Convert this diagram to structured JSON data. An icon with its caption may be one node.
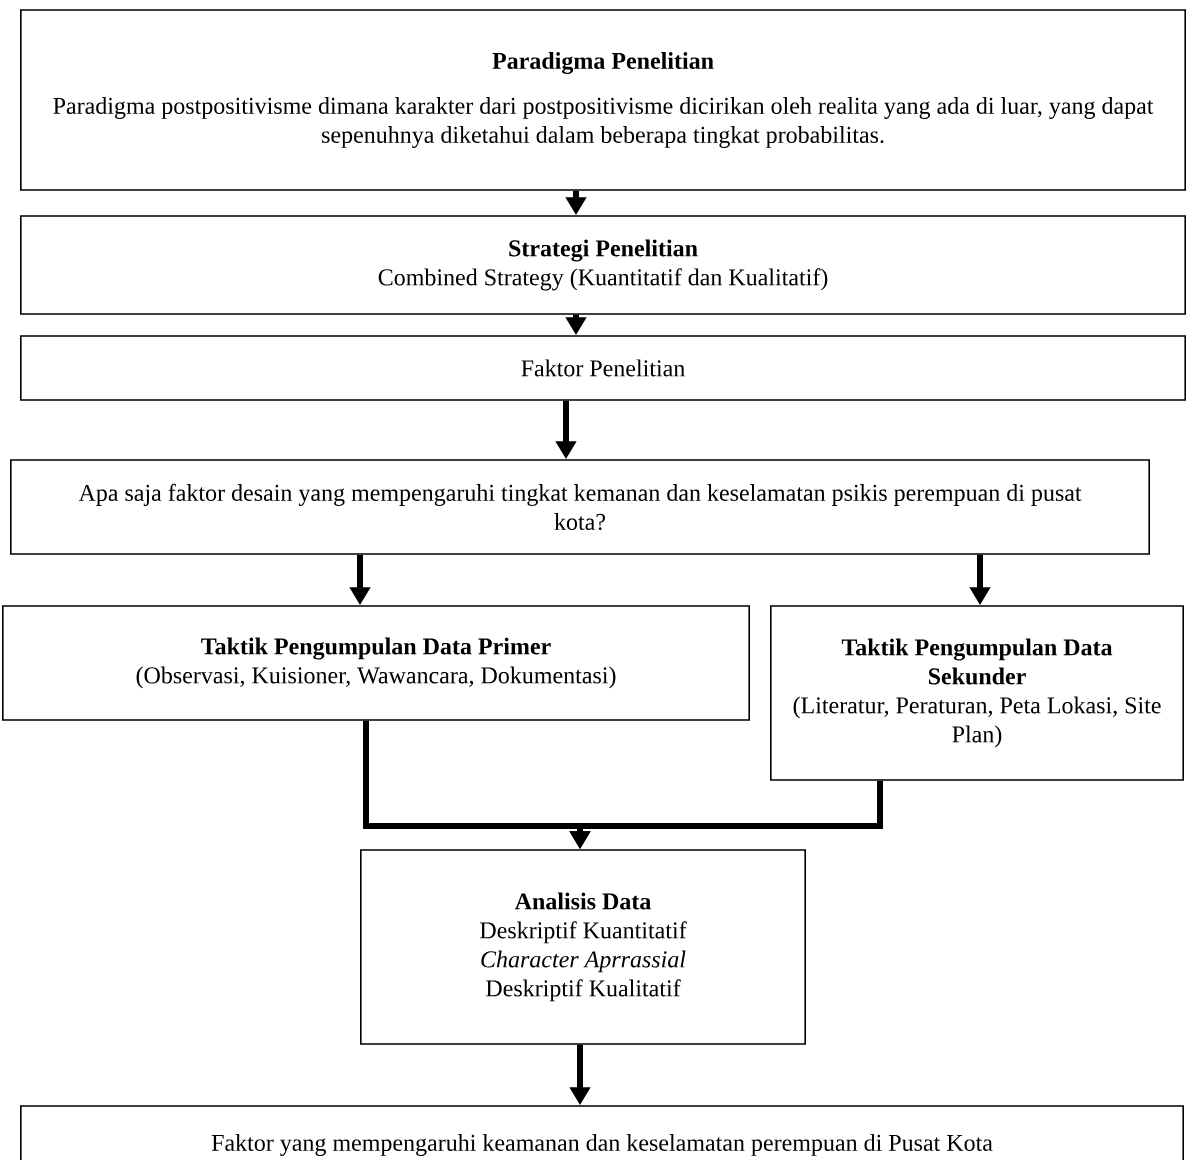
{
  "diagram": {
    "nodes": [
      {
        "text": [
          "Paradigma Penelitian",
          "Paradigma postpositivisme dimana karakter dari postpositivisme dicirikan oleh realita yang ada di luar, yang dapat sepenuhnya diketahui dalam beberapa tingkat probabilitas."
        ]
      },
      {
        "text": [
          "Strategi Penelitian",
          "Combined Strategy (Kuantitatif dan Kualitatif)"
        ]
      },
      {
        "text": [
          "Faktor Penelitian"
        ]
      },
      {
        "text": [
          "Apa saja faktor desain yang mempengaruhi tingkat kemanan dan keselamatan psikis perempuan di pusat kota?"
        ]
      },
      {
        "text": [
          "Taktik Pengumpulan Data  Primer",
          "(Observasi, Kuisioner, Wawancara, Dokumentasi)"
        ]
      },
      {
        "text": [
          "Taktik Pengumpulan Data Sekunder",
          "(Literatur, Peraturan, Peta Lokasi, Site Plan)"
        ]
      },
      {
        "text": [
          "Analisis Data",
          "Deskriptif Kuantitatif",
          "Character Aprrassial",
          "Deskriptif Kualitatif"
        ]
      },
      {
        "text": [
          "Faktor yang mempengaruhi keamanan dan keselamatan perempuan di Pusat Kota"
        ]
      }
    ],
    "edges": [
      {
        "from": 0,
        "to": 1,
        "arrow": "to"
      },
      {
        "from": 1,
        "to": 2,
        "arrow": "to"
      },
      {
        "from": 2,
        "to": 3,
        "arrow": "to"
      },
      {
        "from": 3,
        "to": 4,
        "arrow": "to"
      },
      {
        "from": 3,
        "to": 5,
        "arrow": "to"
      },
      {
        "from": 4,
        "to": 6,
        "arrow": "to"
      },
      {
        "from": 5,
        "to": 6,
        "arrow": "to"
      },
      {
        "from": 6,
        "to": 7,
        "arrow": "to"
      }
    ]
  }
}
